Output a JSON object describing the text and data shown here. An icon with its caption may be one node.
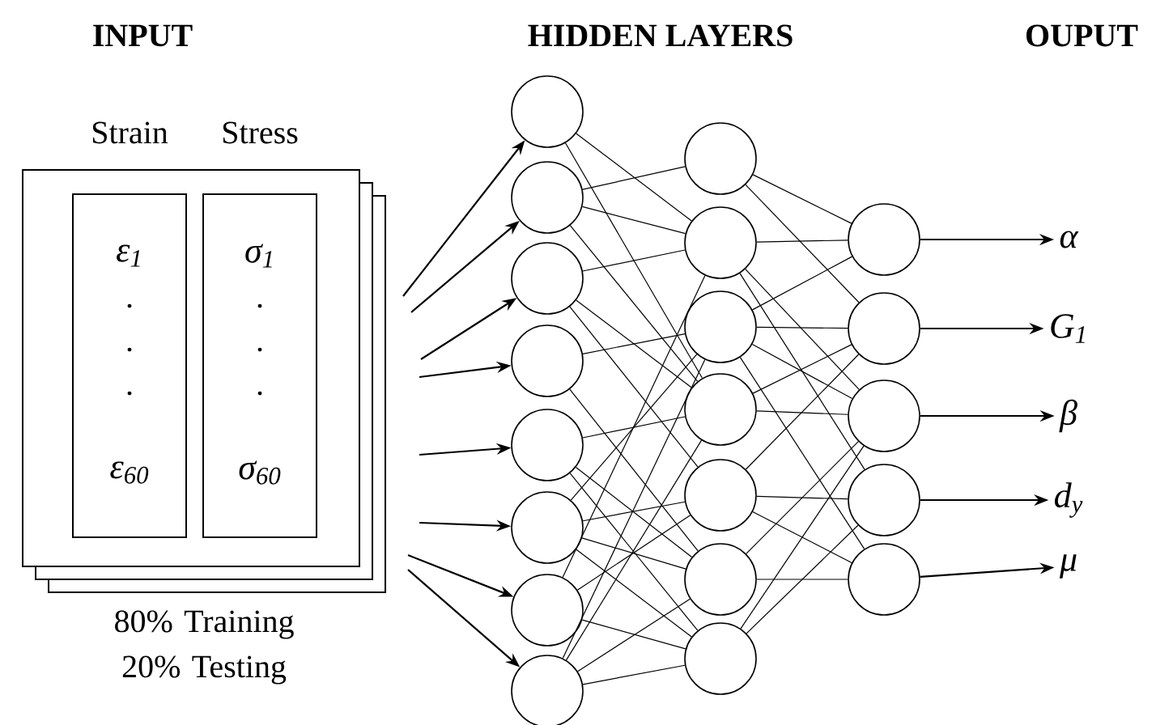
{
  "diagram": {
    "nodes": [
      {
        "text": [],
        "shape": "box",
        "beside": [
          "80% Training 20% Testing"
        ]
      },
      {
        "text": [
          "Strain",
          "ε$_{1}$",
          ".",
          ".",
          ".",
          "ε$_{60}$"
        ],
        "in": 0
      },
      {
        "text": [
          "Stress",
          "σ$_{1}$",
          ".",
          ".",
          ".",
          "σ$_{60}$"
        ],
        "in": 0
      },
      {
        "text": [],
        "shape": "circle"
      },
      {
        "text": [],
        "shape": "circle"
      },
      {
        "text": [],
        "shape": "circle"
      },
      {
        "text": [],
        "shape": "circle"
      },
      {
        "text": [],
        "shape": "circle"
      },
      {
        "text": [],
        "shape": "circle"
      },
      {
        "text": [],
        "shape": "circle"
      },
      {
        "text": [],
        "shape": "circle"
      },
      {
        "text": [],
        "shape": "circle"
      },
      {
        "text": [],
        "shape": "circle"
      },
      {
        "text": [],
        "shape": "circle"
      },
      {
        "text": [],
        "shape": "circle"
      },
      {
        "text": [],
        "shape": "circle"
      },
      {
        "text": [],
        "shape": "circle"
      },
      {
        "text": [],
        "shape": "circle"
      },
      {
        "text": [],
        "shape": "circle"
      },
      {
        "text": [],
        "shape": "circle"
      },
      {
        "text": [],
        "shape": "circle"
      },
      {
        "text": [],
        "shape": "circle"
      },
      {
        "text": [],
        "shape": "circle"
      },
      {
        "text": [
          "α"
        ]
      },
      {
        "text": [
          "G$_{1}$"
        ]
      },
      {
        "text": [
          "β"
        ]
      },
      {
        "text": [
          "d$_{y}$"
        ]
      },
      {
        "text": [
          "μ"
        ]
      }
    ],
    "edges": [
      {
        "from": 0,
        "to": 3,
        "arrow": "to"
      },
      {
        "from": 0,
        "to": 4,
        "arrow": "to"
      },
      {
        "from": 0,
        "to": 5,
        "arrow": "to"
      },
      {
        "from": 0,
        "to": 6,
        "arrow": "to"
      },
      {
        "from": 0,
        "to": 7,
        "arrow": "to"
      },
      {
        "from": 0,
        "to": 8,
        "arrow": "to"
      },
      {
        "from": 0,
        "to": 9,
        "arrow": "to"
      },
      {
        "from": 0,
        "to": 10,
        "arrow": "to"
      },
      {
        "from": 3,
        "to": 12,
        "arrow": "none"
      },
      {
        "from": 3,
        "to": 14,
        "arrow": "none"
      },
      {
        "from": 4,
        "to": 11,
        "arrow": "none"
      },
      {
        "from": 4,
        "to": 12,
        "arrow": "none"
      },
      {
        "from": 4,
        "to": 14,
        "arrow": "none"
      },
      {
        "from": 5,
        "to": 12,
        "arrow": "none"
      },
      {
        "from": 5,
        "to": 14,
        "arrow": "none"
      },
      {
        "from": 5,
        "to": 15,
        "arrow": "none"
      },
      {
        "from": 6,
        "to": 13,
        "arrow": "none"
      },
      {
        "from": 6,
        "to": 16,
        "arrow": "none"
      },
      {
        "from": 7,
        "to": 14,
        "arrow": "none"
      },
      {
        "from": 7,
        "to": 16,
        "arrow": "none"
      },
      {
        "from": 7,
        "to": 17,
        "arrow": "none"
      },
      {
        "from": 8,
        "to": 13,
        "arrow": "none"
      },
      {
        "from": 8,
        "to": 15,
        "arrow": "none"
      },
      {
        "from": 8,
        "to": 16,
        "arrow": "none"
      },
      {
        "from": 8,
        "to": 17,
        "arrow": "none"
      },
      {
        "from": 9,
        "to": 12,
        "arrow": "none"
      },
      {
        "from": 9,
        "to": 15,
        "arrow": "none"
      },
      {
        "from": 9,
        "to": 17,
        "arrow": "none"
      },
      {
        "from": 10,
        "to": 13,
        "arrow": "none"
      },
      {
        "from": 10,
        "to": 14,
        "arrow": "none"
      },
      {
        "from": 10,
        "to": 16,
        "arrow": "none"
      },
      {
        "from": 10,
        "to": 17,
        "arrow": "none"
      },
      {
        "from": 11,
        "to": 18,
        "arrow": "none"
      },
      {
        "from": 11,
        "to": 19,
        "arrow": "none"
      },
      {
        "from": 12,
        "to": 18,
        "arrow": "none"
      },
      {
        "from": 12,
        "to": 20,
        "arrow": "none"
      },
      {
        "from": 12,
        "to": 21,
        "arrow": "none"
      },
      {
        "from": 13,
        "to": 18,
        "arrow": "none"
      },
      {
        "from": 13,
        "to": 19,
        "arrow": "none"
      },
      {
        "from": 13,
        "to": 20,
        "arrow": "none"
      },
      {
        "from": 13,
        "to": 22,
        "arrow": "none"
      },
      {
        "from": 14,
        "to": 19,
        "arrow": "none"
      },
      {
        "from": 14,
        "to": 20,
        "arrow": "none"
      },
      {
        "from": 15,
        "to": 19,
        "arrow": "none"
      },
      {
        "from": 15,
        "to": 21,
        "arrow": "none"
      },
      {
        "from": 15,
        "to": 22,
        "arrow": "none"
      },
      {
        "from": 16,
        "to": 20,
        "arrow": "none"
      },
      {
        "from": 16,
        "to": 22,
        "arrow": "none"
      },
      {
        "from": 17,
        "to": 20,
        "arrow": "none"
      },
      {
        "from": 17,
        "to": 21,
        "arrow": "none"
      },
      {
        "from": 18,
        "to": 23,
        "arrow": "to"
      },
      {
        "from": 19,
        "to": 24,
        "arrow": "to"
      },
      {
        "from": 20,
        "to": 25,
        "arrow": "to"
      },
      {
        "from": 21,
        "to": 26,
        "arrow": "to"
      },
      {
        "from": 22,
        "to": 27,
        "arrow": "to"
      }
    ],
    "labels": [
      "INPUT",
      "HIDDEN LAYERS",
      "OUPUT"
    ]
  }
}
